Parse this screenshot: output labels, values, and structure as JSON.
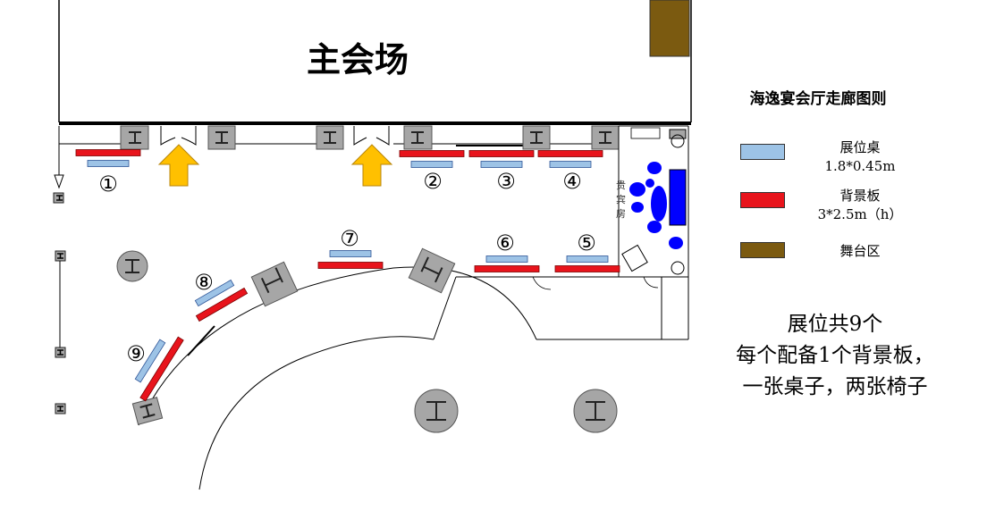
{
  "hall_title": "主会场",
  "legend": {
    "title": "海逸宴会厅走廊图则",
    "items": [
      {
        "name": "展位桌",
        "size": "1.8*0.45m",
        "color": "#9DC3E6"
      },
      {
        "name": "背景板",
        "size": "3*2.5m（h）",
        "color": "#E8141C"
      },
      {
        "name": "舞台区",
        "size": "",
        "color": "#7B5A10"
      }
    ]
  },
  "booths": [
    {
      "number": "①"
    },
    {
      "number": "②"
    },
    {
      "number": "③"
    },
    {
      "number": "④"
    },
    {
      "number": "⑤"
    },
    {
      "number": "⑥"
    },
    {
      "number": "⑦"
    },
    {
      "number": "⑧"
    },
    {
      "number": "⑨"
    }
  ],
  "side_room_label": "贵宾房",
  "notes": {
    "line1": "展位共9个",
    "line2": "每个配备1个背景板，",
    "line3": "一张桌子，两张椅子"
  },
  "colors": {
    "table": "#9DC3E6",
    "board": "#E8141C",
    "stage": "#7B5A10",
    "arrow": "#FFC000",
    "pillar": "#A6A6A6",
    "chair": "#0000FF"
  }
}
